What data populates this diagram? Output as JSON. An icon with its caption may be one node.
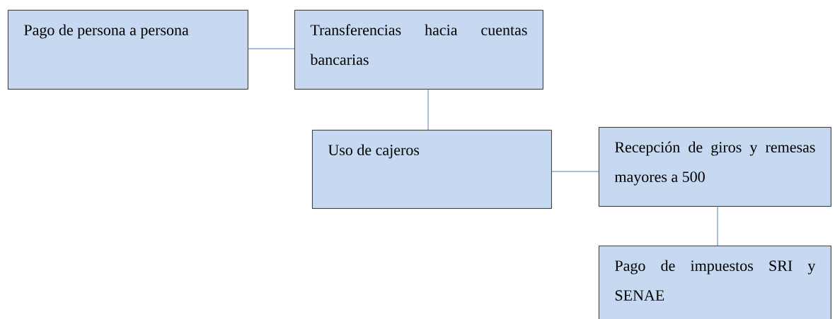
{
  "diagram": {
    "nodes": [
      {
        "text": [
          "Pago de persona a persona"
        ]
      },
      {
        "text": [
          "Transferencias hacia cuentas bancarias"
        ]
      },
      {
        "text": [
          "Uso de cajeros"
        ]
      },
      {
        "text": [
          "Recepción de giros y remesas mayores a 500"
        ]
      },
      {
        "text": [
          "Pago de impuestos SRI y SENAE"
        ]
      }
    ],
    "edges": [
      {
        "from": 0,
        "to": 1,
        "arrow": "none"
      },
      {
        "from": 1,
        "to": 2,
        "arrow": "none"
      },
      {
        "from": 2,
        "to": 3,
        "arrow": "none"
      },
      {
        "from": 3,
        "to": 4,
        "arrow": "none"
      }
    ]
  }
}
